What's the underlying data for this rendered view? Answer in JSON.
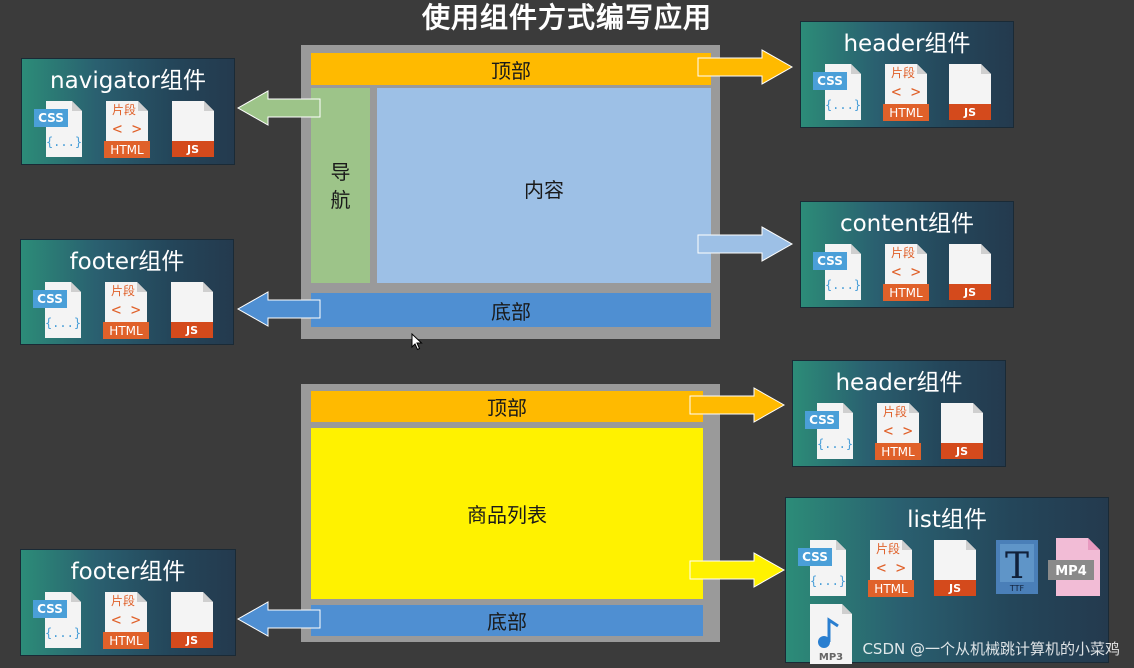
{
  "title": "使用组件方式编写应用",
  "colors": {
    "top": "#ffba00",
    "nav": "#9dc489",
    "content": "#9dc0e6",
    "bottom": "#4f8fd2",
    "list": "#fff200",
    "frame": "#9a9a9a"
  },
  "layout1": {
    "top_label": "顶部",
    "nav_label": [
      "导",
      "航"
    ],
    "content_label": "内容",
    "bottom_label": "底部"
  },
  "layout2": {
    "top_label": "顶部",
    "list_label": "商品列表",
    "bottom_label": "底部"
  },
  "components": {
    "navigator": "navigator组件",
    "footer1": "footer组件",
    "header1": "header组件",
    "content": "content组件",
    "header2": "header组件",
    "list": "list组件",
    "footer2": "footer组件"
  },
  "icon_labels": {
    "css": "CSS",
    "css_body": "{...}",
    "html_top": "片段",
    "html_body": "< >",
    "html": "HTML",
    "js": "JS",
    "ttf_letter": "T",
    "ttf": "TTF",
    "mp4": "MP4",
    "mp3": "MP3"
  },
  "watermark": "CSDN @一个从机械跳计算机的小菜鸡"
}
